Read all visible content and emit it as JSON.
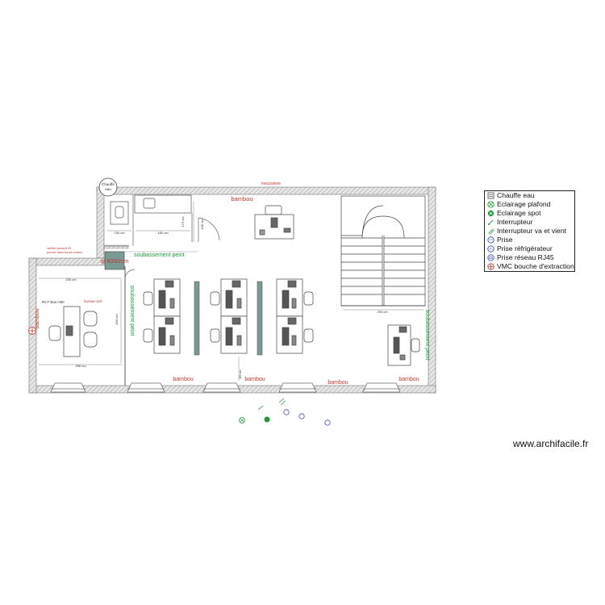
{
  "room_labels": {
    "chauffe_eau_1": "Chauffe",
    "chauffe_eau_2": "eau",
    "top_wall_note": "mezzanine",
    "bambou_top": "bambou",
    "bambou_left": "bambou",
    "bambou_bottom_1": "bambou",
    "bambou_bottom_2": "bambou",
    "bambou_bottom_3": "bambou",
    "bambou_bottom_4": "bambou",
    "soubassement_h": "soubassement peint",
    "soubassement_v1": "soubassement peint",
    "soubassement_v2": "soubassement peint",
    "meeting_room": "RCT Bas H90",
    "bureau_note": "bureau 110",
    "left_note_1": "vérifier placard 43",
    "left_note_2": "prévoir dans boudi-cuisine",
    "dim_150": "150 cm",
    "dim_180": "180 cm",
    "dim_173": "173 cm",
    "dim_100": "100 cm",
    "dim_230": "230 cm",
    "dim_296": "296 cm",
    "dim_403": "403 cm",
    "dim_290": "290 cm",
    "dim_80": "80 cm"
  },
  "legend": {
    "items": [
      {
        "label": "Chauffe eau",
        "icon": "water-heater-icon",
        "color": "#555555"
      },
      {
        "label": "Eclairage plafond",
        "icon": "ceiling-light-icon",
        "color": "#1e9a3a"
      },
      {
        "label": "Eclairage spot",
        "icon": "spot-light-icon",
        "color": "#1e9a3a"
      },
      {
        "label": "Interrupteur",
        "icon": "switch-icon",
        "color": "#1e9a3a"
      },
      {
        "label": "Interrupteur va et vient",
        "icon": "two-way-switch-icon",
        "color": "#1e9a3a"
      },
      {
        "label": "Prise",
        "icon": "outlet-icon",
        "color": "#3b4fb3"
      },
      {
        "label": "Prise réfrigérateur",
        "icon": "fridge-outlet-icon",
        "color": "#3b4fb3"
      },
      {
        "label": "Prise réseau RJ45",
        "icon": "rj45-outlet-icon",
        "color": "#3b4fb3"
      },
      {
        "label": "VMC bouche d'extraction",
        "icon": "vmc-icon",
        "color": "#c0392b"
      }
    ]
  },
  "watermark": "www.archifacile.fr",
  "colors": {
    "wall_hatch": "#b5b5b5",
    "furniture": "#555555",
    "partition": "#7a9a96",
    "green": "#1e9a3a",
    "red": "#c0392b",
    "blue": "#3b4fb3"
  }
}
